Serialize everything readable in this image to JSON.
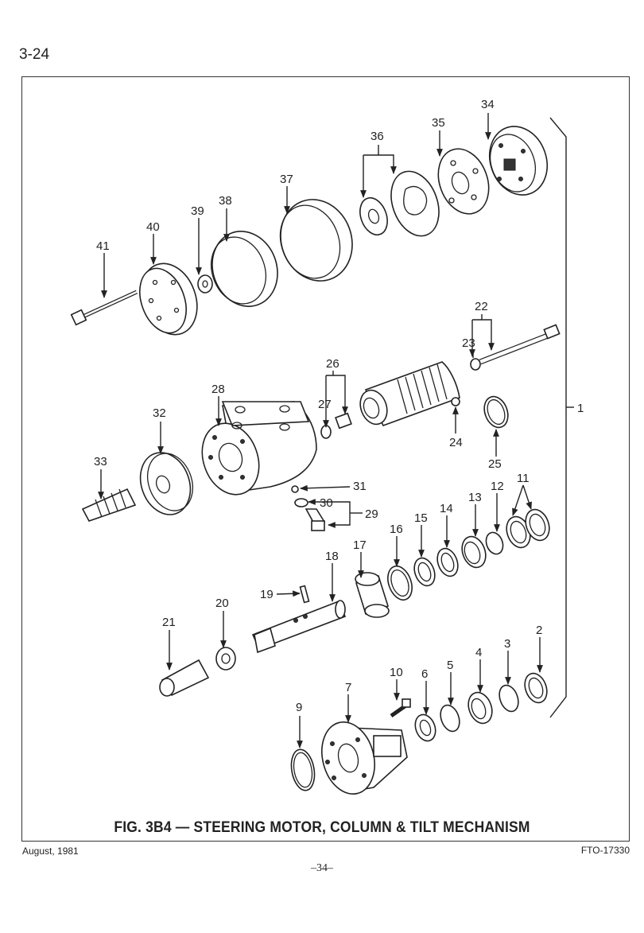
{
  "page_number": "3-24",
  "caption": "FIG. 3B4 — STEERING MOTOR, COLUMN & TILT MECHANISM",
  "footer": {
    "date": "August, 1981",
    "code": "FTO-17330",
    "page": "–34–"
  },
  "callouts": {
    "c1": "1",
    "c2": "2",
    "c3": "3",
    "c4": "4",
    "c5": "5",
    "c6": "6",
    "c7": "7",
    "c9": "9",
    "c10": "10",
    "c11": "11",
    "c12": "12",
    "c13": "13",
    "c14": "14",
    "c15": "15",
    "c16": "16",
    "c17": "17",
    "c18": "18",
    "c19": "19",
    "c20": "20",
    "c21": "21",
    "c22": "22",
    "c23": "23",
    "c24": "24",
    "c25": "25",
    "c26": "26",
    "c27": "27",
    "c28": "28",
    "c29": "29",
    "c30": "30",
    "c31": "31",
    "c32": "32",
    "c33": "33",
    "c34": "34",
    "c35": "35",
    "c36": "36",
    "c37": "37",
    "c38": "38",
    "c39": "39",
    "c40": "40",
    "c41": "41"
  }
}
